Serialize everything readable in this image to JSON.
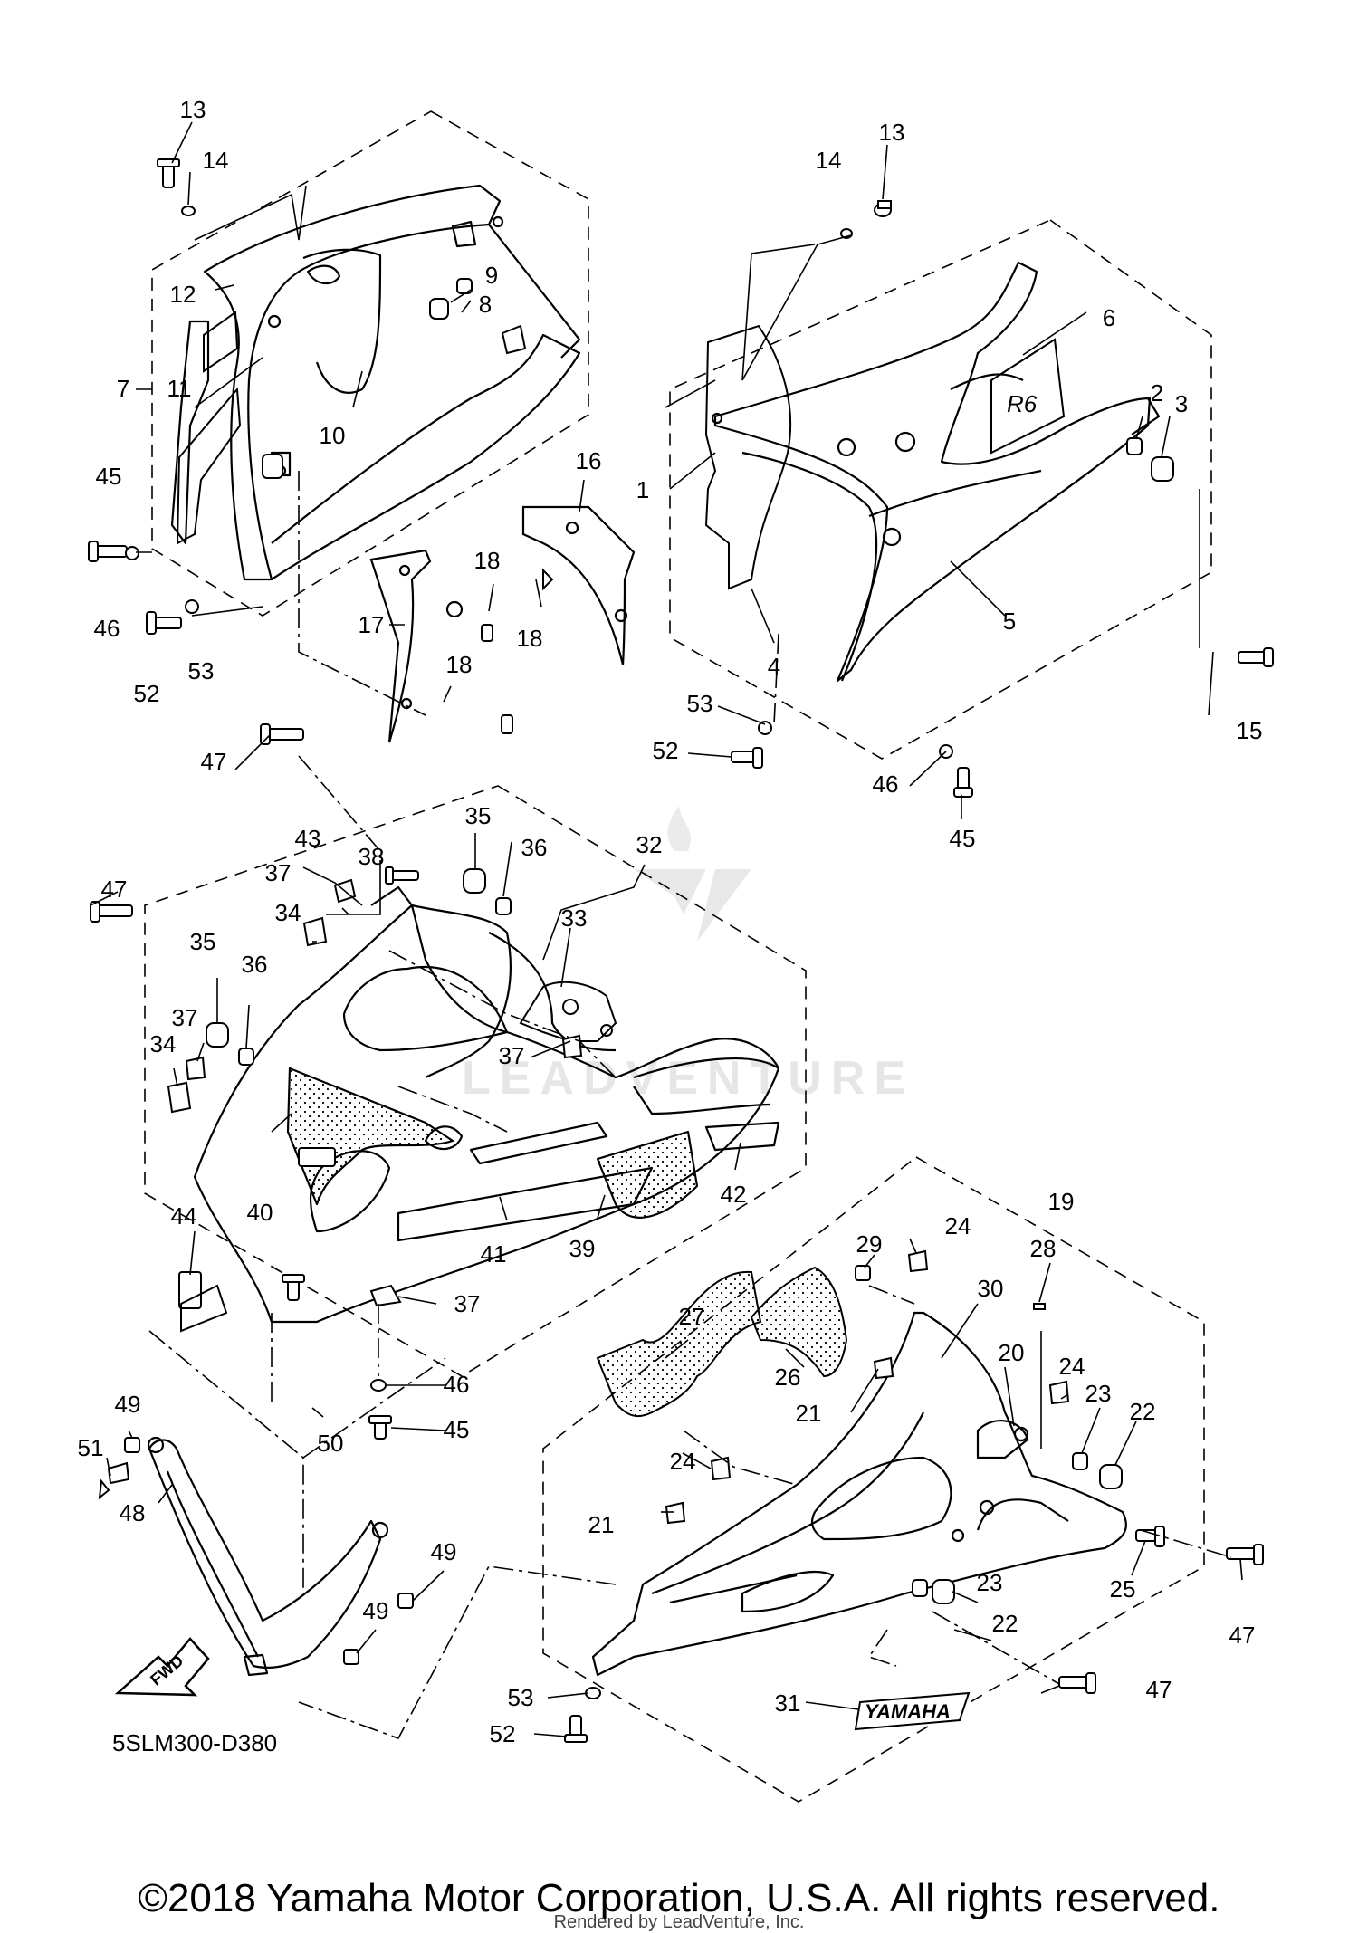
{
  "diagram": {
    "diagram_code": "5SLM300-D380",
    "fwd_label": "FWD",
    "brand_decal": "YAMAHA",
    "watermark": "LEADVENTURE",
    "callouts": [
      {
        "label": "13"
      },
      {
        "label": "14"
      },
      {
        "label": "12"
      },
      {
        "label": "7"
      },
      {
        "label": "11"
      },
      {
        "label": "9"
      },
      {
        "label": "8"
      },
      {
        "label": "10"
      },
      {
        "label": "45"
      },
      {
        "label": "46"
      },
      {
        "label": "52"
      },
      {
        "label": "53"
      },
      {
        "label": "17"
      },
      {
        "label": "18"
      },
      {
        "label": "18"
      },
      {
        "label": "18"
      },
      {
        "label": "16"
      },
      {
        "label": "14"
      },
      {
        "label": "13"
      },
      {
        "label": "6"
      },
      {
        "label": "2"
      },
      {
        "label": "3"
      },
      {
        "label": "1"
      },
      {
        "label": "5"
      },
      {
        "label": "4"
      },
      {
        "label": "15"
      },
      {
        "label": "53"
      },
      {
        "label": "52"
      },
      {
        "label": "46"
      },
      {
        "label": "45"
      },
      {
        "label": "47"
      },
      {
        "label": "35"
      },
      {
        "label": "36"
      },
      {
        "label": "32"
      },
      {
        "label": "38"
      },
      {
        "label": "43"
      },
      {
        "label": "37"
      },
      {
        "label": "34"
      },
      {
        "label": "33"
      },
      {
        "label": "47"
      },
      {
        "label": "35"
      },
      {
        "label": "36"
      },
      {
        "label": "37"
      },
      {
        "label": "34"
      },
      {
        "label": "37"
      },
      {
        "label": "40"
      },
      {
        "label": "44"
      },
      {
        "label": "41"
      },
      {
        "label": "39"
      },
      {
        "label": "42"
      },
      {
        "label": "37"
      },
      {
        "label": "46"
      },
      {
        "label": "45"
      },
      {
        "label": "50"
      },
      {
        "label": "49"
      },
      {
        "label": "51"
      },
      {
        "label": "48"
      },
      {
        "label": "49"
      },
      {
        "label": "49"
      },
      {
        "label": "29"
      },
      {
        "label": "24"
      },
      {
        "label": "19"
      },
      {
        "label": "28"
      },
      {
        "label": "30"
      },
      {
        "label": "27"
      },
      {
        "label": "26"
      },
      {
        "label": "21"
      },
      {
        "label": "20"
      },
      {
        "label": "24"
      },
      {
        "label": "23"
      },
      {
        "label": "22"
      },
      {
        "label": "24"
      },
      {
        "label": "21"
      },
      {
        "label": "25"
      },
      {
        "label": "47"
      },
      {
        "label": "23"
      },
      {
        "label": "22"
      },
      {
        "label": "31"
      },
      {
        "label": "47"
      },
      {
        "label": "53"
      },
      {
        "label": "52"
      }
    ]
  },
  "footer": {
    "copyright": "©2018 Yamaha Motor Corporation, U.S.A. All rights reserved.",
    "rendered_by": "Rendered by LeadVenture, Inc."
  }
}
